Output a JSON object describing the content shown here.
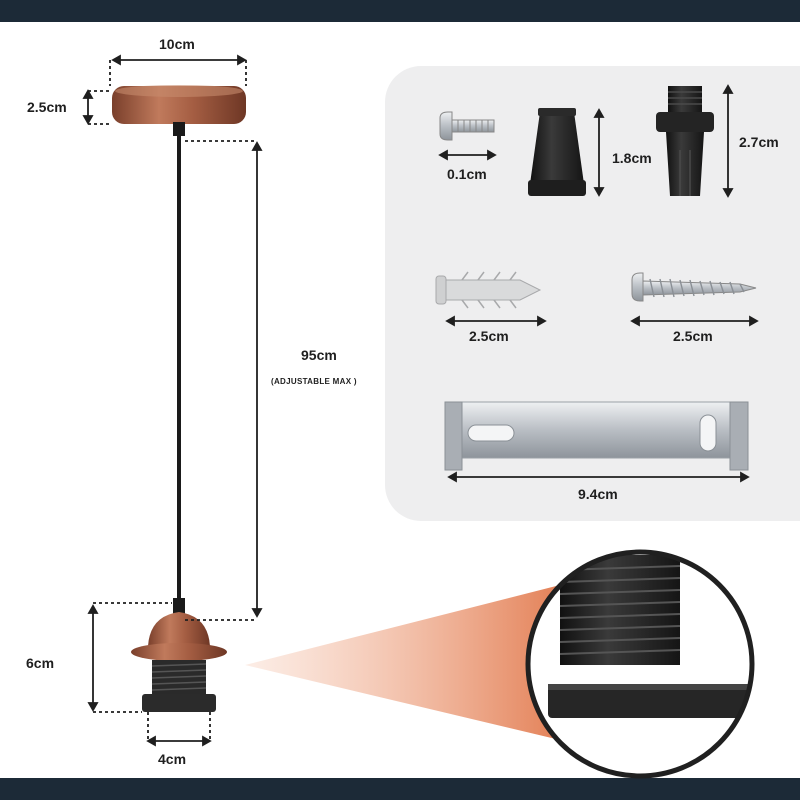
{
  "colors": {
    "frame_bar": "#1c2a37",
    "copper": "#a9644a",
    "panel_bg": "#eeeeef",
    "black_part": "#222222",
    "metal": "#c9cdd2",
    "highlight_cone": "#e9875f"
  },
  "dimensions": {
    "ceiling_width": "10cm",
    "ceiling_height": "2.5cm",
    "cable_length": "95cm",
    "cable_note": "(ADJUSTABLE MAX )",
    "holder_height": "6cm",
    "holder_width": "4cm"
  },
  "accessories": {
    "machine_screw": "0.1cm",
    "cord_grip": "1.8cm",
    "threaded_nipple": "2.7cm",
    "wall_plug": "2.5cm",
    "wood_screw": "2.5cm",
    "mounting_bracket": "9.4cm"
  }
}
